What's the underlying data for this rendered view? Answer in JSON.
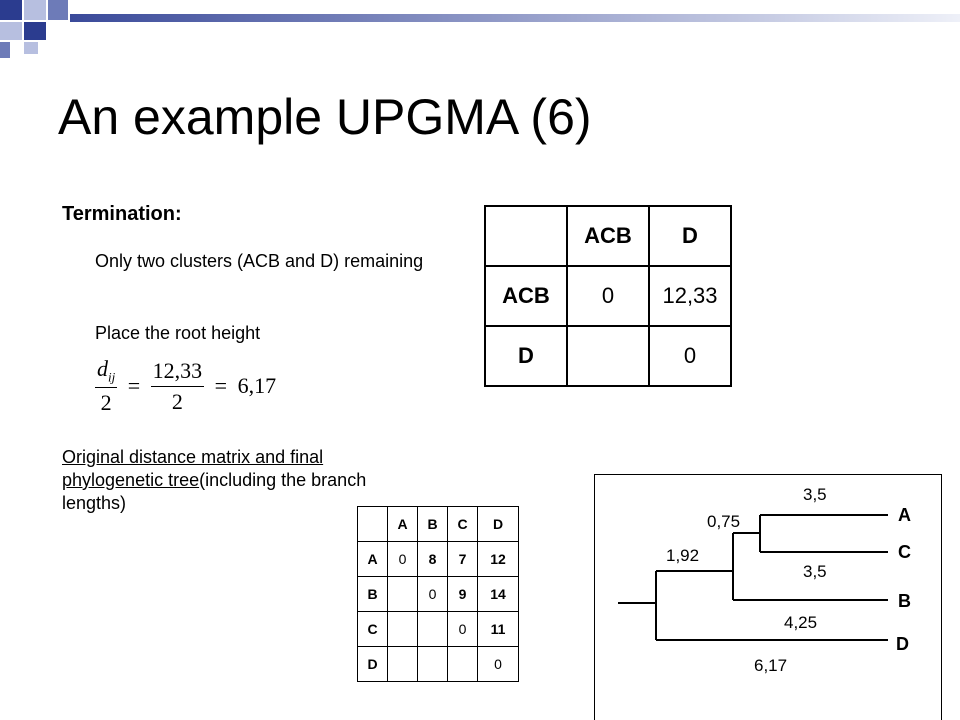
{
  "slide": {
    "title": "An example UPGMA (6)",
    "heading": "Termination:",
    "bullet1": "Only two clusters  (ACB and D) remaining",
    "bullet2": "Place the root height",
    "formula": {
      "d": "d",
      "subscript": "ij",
      "two": "2",
      "eq": "=",
      "value": "12,33",
      "result": "6,17"
    },
    "caption_underlined": "Original distance matrix and final phylogenetic tree",
    "caption_rest": "(including the branch lengths)"
  },
  "cluster_matrix": {
    "headers": [
      "ACB",
      "D"
    ],
    "rows": [
      {
        "label": "ACB",
        "values": [
          "0",
          "12,33"
        ]
      },
      {
        "label": "D",
        "values": [
          "",
          "0"
        ]
      }
    ]
  },
  "original_matrix": {
    "headers": [
      "A",
      "B",
      "C",
      "D"
    ],
    "rows": [
      {
        "label": "A",
        "values": [
          "0",
          "8",
          "7",
          "12"
        ]
      },
      {
        "label": "B",
        "values": [
          "",
          "0",
          "9",
          "14"
        ]
      },
      {
        "label": "C",
        "values": [
          "",
          "",
          "0",
          "11"
        ]
      },
      {
        "label": "D",
        "values": [
          "",
          "",
          "",
          "0"
        ]
      }
    ]
  },
  "tree": {
    "leaves": [
      "A",
      "C",
      "B",
      "D"
    ],
    "branch_labels": {
      "a": "3,5",
      "c": "3,5",
      "ac": "0,75",
      "acb": "1,92",
      "b": "4,25",
      "d": "6,17"
    }
  },
  "colors": {
    "square_dark": "#2b3c8f",
    "square_light": "#b7bfe0",
    "square_mid": "#6d7bb8",
    "bar_gradient_start": "#3a4a9a",
    "bar_gradient_end": "#eef0f8"
  }
}
